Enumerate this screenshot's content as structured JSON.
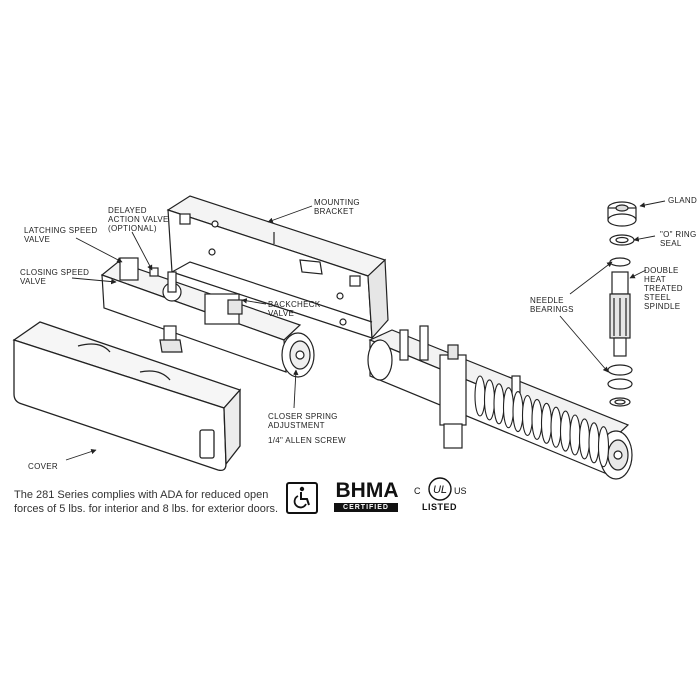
{
  "labels": {
    "mounting_bracket": "MOUNTING\nBRACKET",
    "delayed_action_valve": "DELAYED\nACTION VALVE\n(OPTIONAL)",
    "latching_speed_valve": "LATCHING SPEED\nVALVE",
    "closing_speed_valve": "CLOSING SPEED\nVALVE",
    "backcheck_valve": "BACKCHECK\nVALVE",
    "closer_spring_adjustment": "CLOSER SPRING\nADJUSTMENT",
    "allen_screw": "1/4\" ALLEN SCREW",
    "cover": "COVER",
    "gland": "GLAND",
    "o_ring_seal": "\"O\" RING\nSEAL",
    "needle_bearings": "NEEDLE\nBEARINGS",
    "spindle": "DOUBLE\nHEAT TREATED\nSTEEL SPINDLE"
  },
  "compliance_note": {
    "line1": "The 281 Series complies with ADA for reduced open",
    "line2": "forces of 5 lbs. for interior and 8 lbs. for exterior doors."
  },
  "certifications": {
    "bhma": "BHMA",
    "bhma_sub": "CERTIFIED",
    "ul_c": "C",
    "ul_us": "US",
    "ul_listed": "LISTED",
    "ada_icon": "wheelchair-icon"
  },
  "colors": {
    "line": "#222222",
    "part_fill": "#ffffff",
    "shade": "#d9d9d9"
  }
}
